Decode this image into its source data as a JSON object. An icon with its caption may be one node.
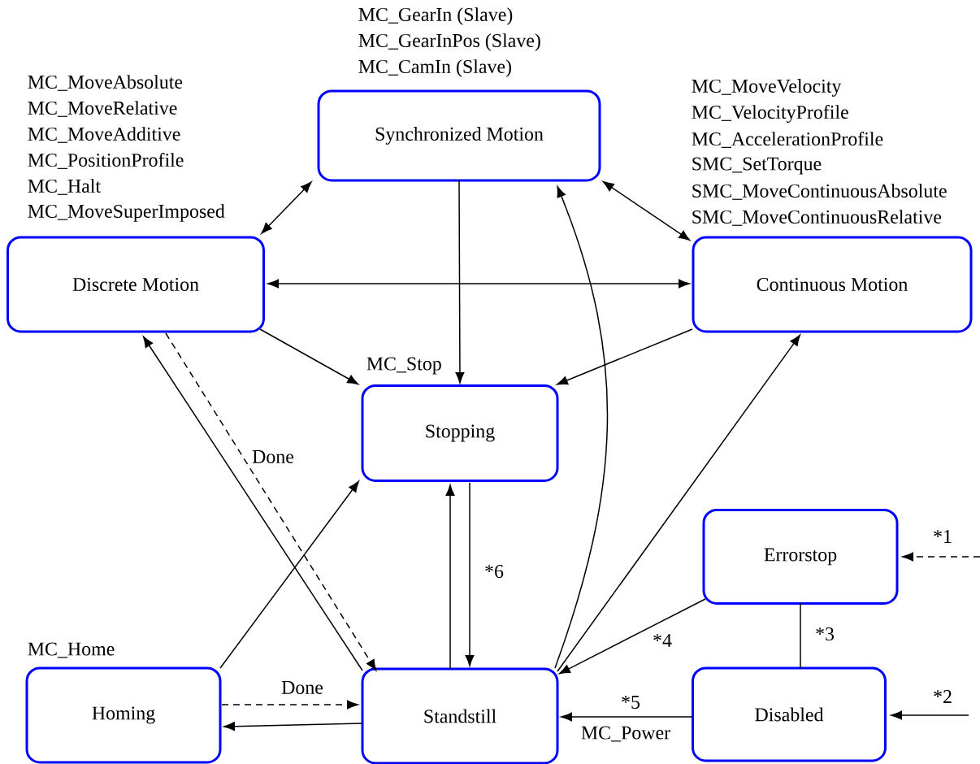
{
  "diagram": {
    "nodes": [
      {
        "text": [
          "Synchronized Motion"
        ],
        "beside": [
          "MC_GearIn (Slave)",
          "MC_GearInPos (Slave)",
          "MC_CamIn (Slave)"
        ]
      },
      {
        "text": [
          "Discrete Motion"
        ],
        "beside": [
          "MC_MoveAbsolute",
          "MC_MoveRelative",
          "MC_MoveAdditive",
          "MC_PositionProfile",
          "MC_Halt",
          "MC_MoveSuperImposed"
        ]
      },
      {
        "text": [
          "Continuous Motion"
        ],
        "beside": [
          "MC_MoveVelocity",
          "MC_VelocityProfile",
          "MC_AccelerationProfile",
          "SMC_SetTorque",
          "SMC_MoveContinuousAbsolute",
          "SMC_MoveContinuousRelative"
        ]
      },
      {
        "text": [
          "Stopping"
        ],
        "beside": [
          "MC_Stop"
        ]
      },
      {
        "text": [
          "Homing"
        ],
        "beside": [
          "MC_Home"
        ]
      },
      {
        "text": [
          "Standstill"
        ]
      },
      {
        "text": [
          "Errorstop"
        ]
      },
      {
        "text": [
          "Disabled"
        ]
      }
    ],
    "edges": [
      {
        "from": 0,
        "to": 1,
        "arrow": "both"
      },
      {
        "from": 0,
        "to": 2,
        "arrow": "both"
      },
      {
        "from": 1,
        "to": 2,
        "arrow": "both"
      },
      {
        "from": 0,
        "to": 3,
        "arrow": "to"
      },
      {
        "from": 1,
        "to": 3,
        "arrow": "to"
      },
      {
        "from": 2,
        "to": 3,
        "arrow": "to"
      },
      {
        "from": 4,
        "to": 3,
        "arrow": "to"
      },
      {
        "from": 5,
        "to": 1,
        "arrow": "to"
      },
      {
        "from": 1,
        "to": 5,
        "arrow": "to",
        "style": "dashed",
        "label": "Done"
      },
      {
        "from": 5,
        "to": 0,
        "arrow": "to"
      },
      {
        "from": 5,
        "to": 2,
        "arrow": "to"
      },
      {
        "from": 5,
        "to": 3,
        "arrow": "to"
      },
      {
        "from": 3,
        "to": 5,
        "arrow": "to",
        "label": "*6"
      },
      {
        "from": 4,
        "to": 5,
        "arrow": "to",
        "style": "dashed",
        "label": "Done"
      },
      {
        "from": 5,
        "to": 4,
        "arrow": "to"
      },
      {
        "from": 6,
        "to": 5,
        "arrow": "to",
        "label": "*4"
      },
      {
        "from": 6,
        "to": 7,
        "arrow": "none",
        "label": "*3"
      },
      {
        "from": 7,
        "to": 5,
        "arrow": "to",
        "label": "*5"
      },
      {
        "from": null,
        "to": 6,
        "arrow": "to",
        "style": "dashed",
        "label": "*1"
      },
      {
        "from": null,
        "to": 7,
        "arrow": "to",
        "label": "*2"
      }
    ],
    "labels": [
      "MC_Power"
    ]
  }
}
